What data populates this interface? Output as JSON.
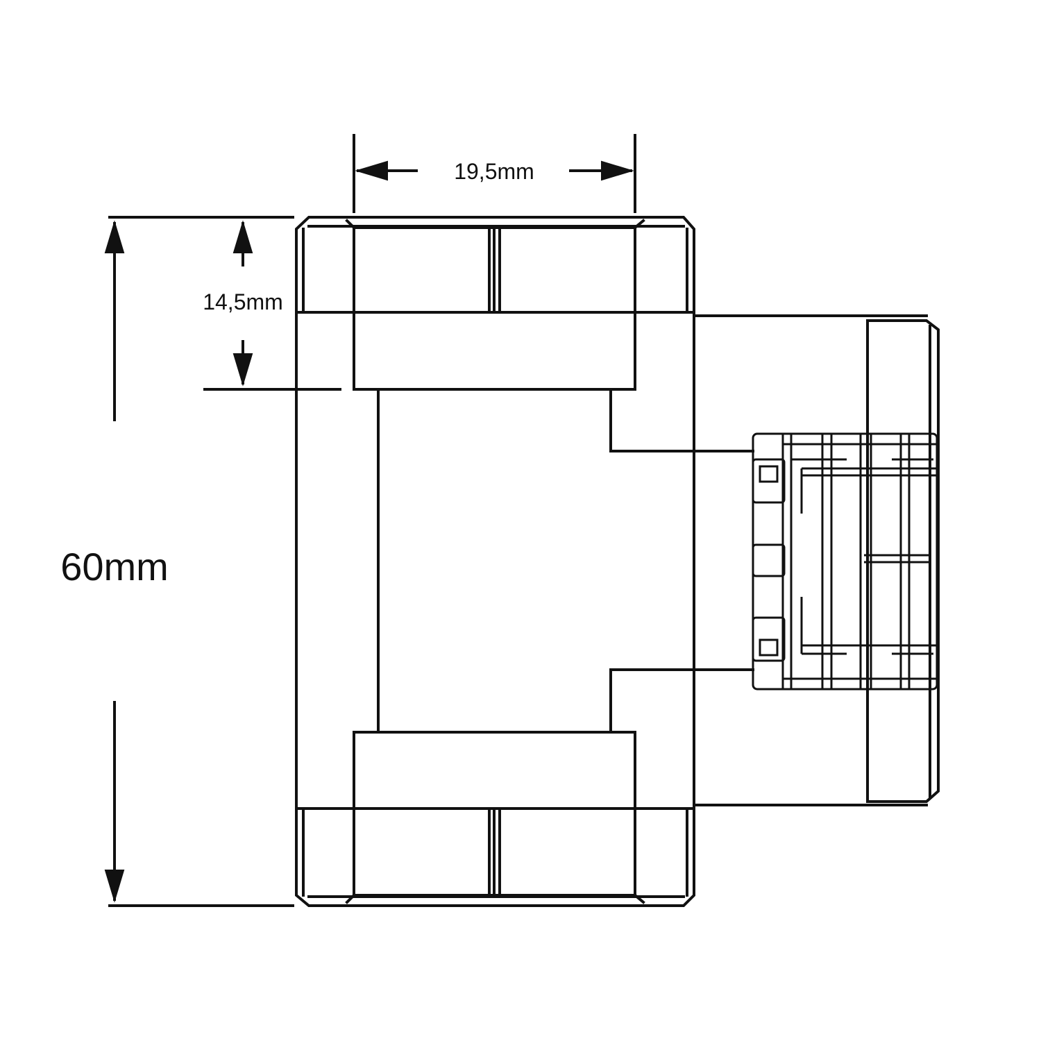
{
  "dimensions": {
    "width_label": "19,5mm",
    "thread_depth_label": "14,5mm",
    "height_label": "60mm"
  },
  "colors": {
    "line": "#111111",
    "background": "#ffffff"
  }
}
